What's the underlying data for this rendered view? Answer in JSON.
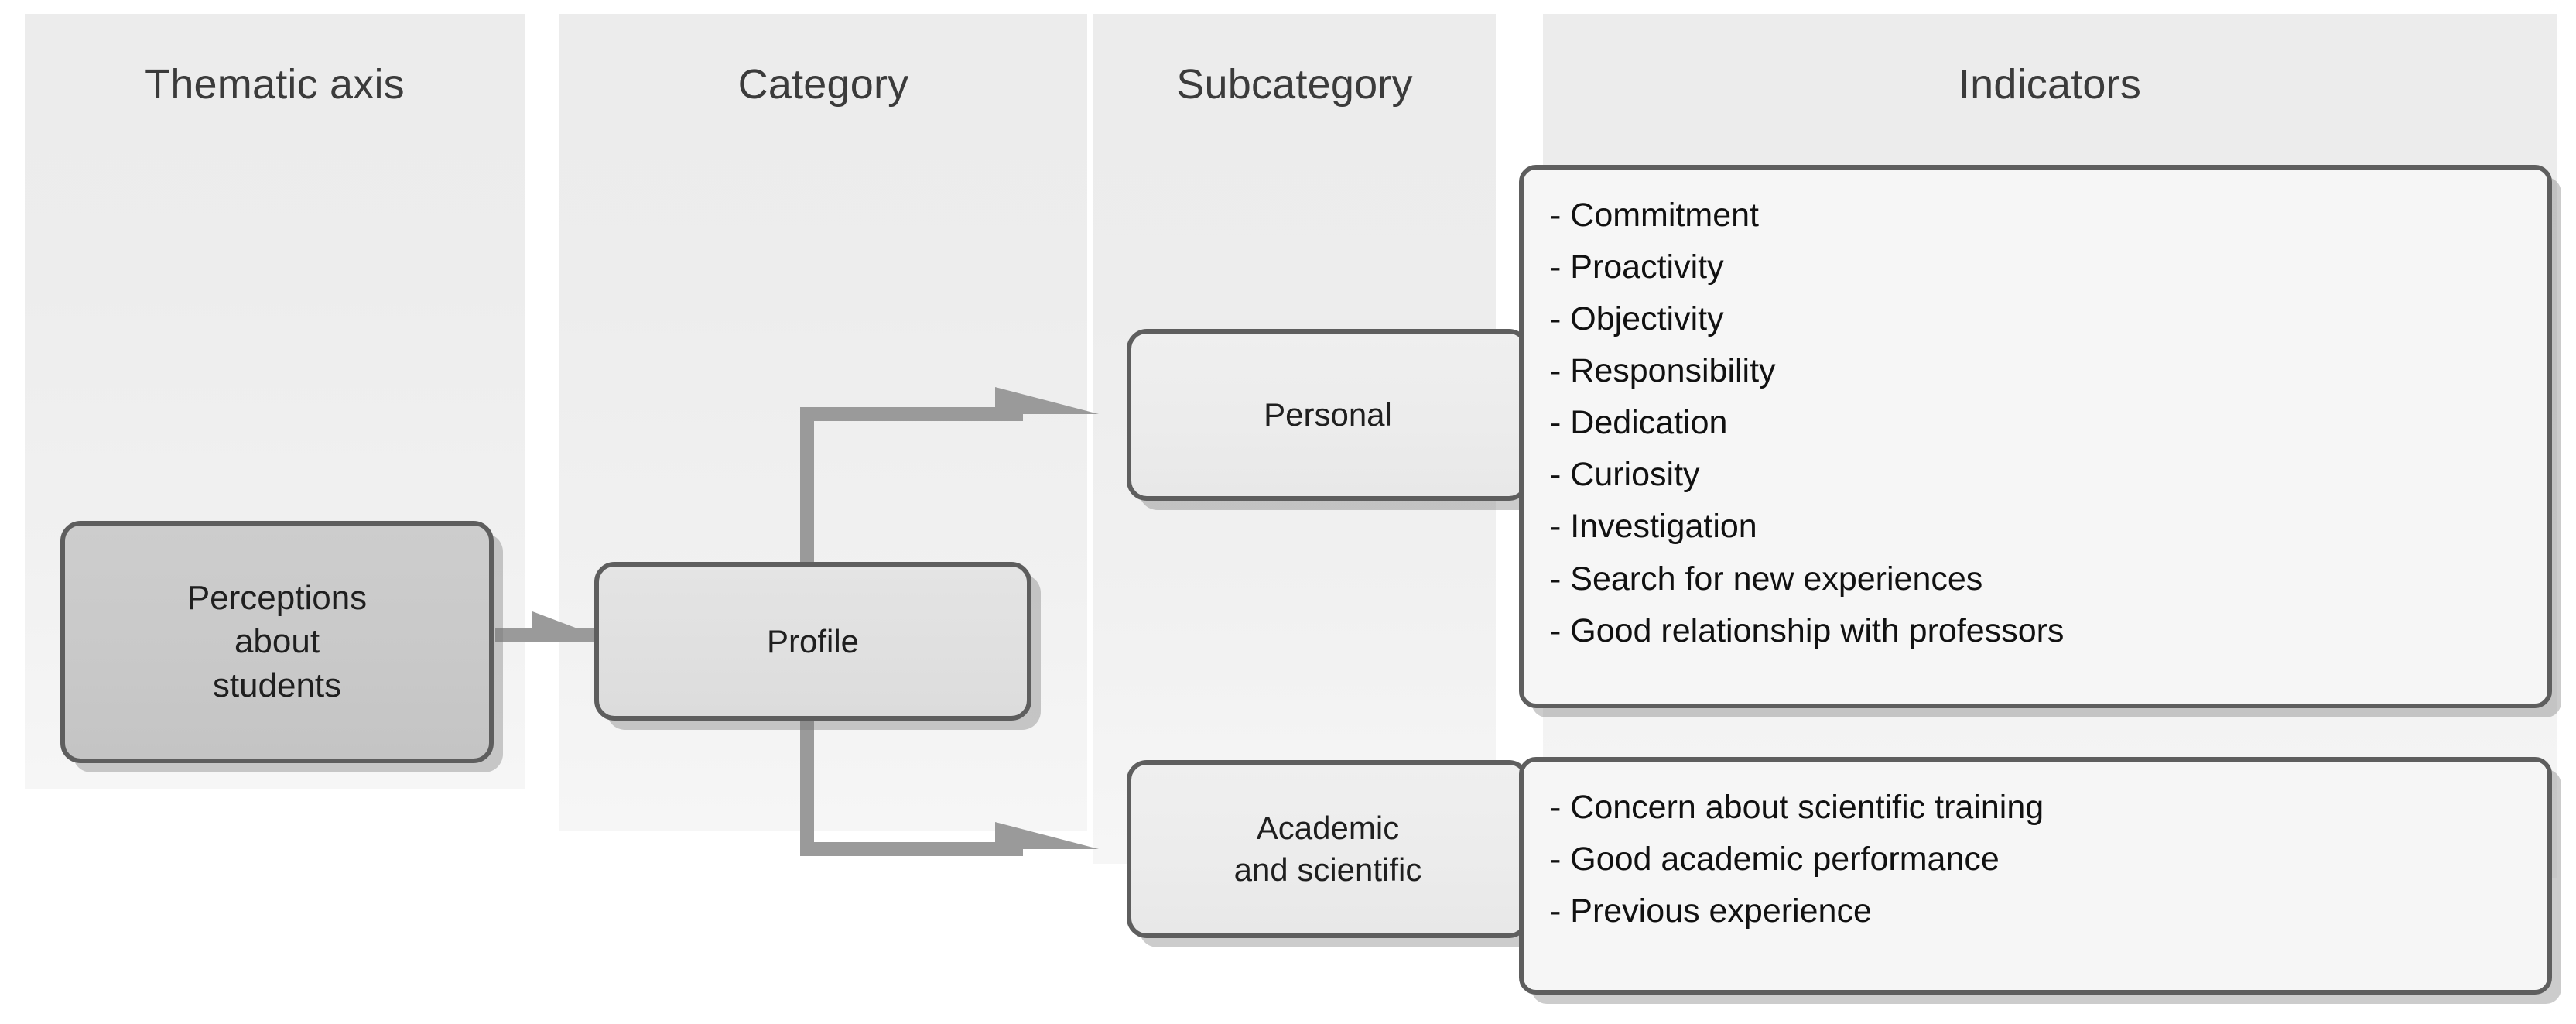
{
  "diagram": {
    "title_columns": [
      {
        "id": "thematic-axis",
        "label": "Thematic axis"
      },
      {
        "id": "category",
        "label": "Category"
      },
      {
        "id": "subcategory",
        "label": "Subcategory"
      },
      {
        "id": "indicators",
        "label": "Indicators"
      }
    ],
    "nodes": {
      "root": {
        "label": "Perceptions\nabout\nstudents"
      },
      "profile": {
        "label": "Profile"
      },
      "personal": {
        "label": "Personal"
      },
      "academic": {
        "label": "Academic\nand scientific"
      }
    },
    "indicator_groups": [
      {
        "for": "personal",
        "items": [
          "- Commitment",
          "- Proactivity",
          "- Objectivity",
          "- Responsibility",
          "- Dedication",
          "- Curiosity",
          "- Investigation",
          "- Search for new experiences",
          "- Good relationship with professors"
        ]
      },
      {
        "for": "academic",
        "items": [
          "- Concern about scientific training",
          "- Good academic performance",
          "- Previous experience"
        ]
      }
    ],
    "colors": {
      "band_fill": "#ececec",
      "root_fill": "#c9c9c9",
      "category_fill": "#e0e0e0",
      "subcategory_fill": "#ececec",
      "panel_fill": "#f6f6f6",
      "border": "#5e5e5e",
      "connector": "#9a9a9a",
      "text": "#1f1f1f",
      "title_text": "#3b3b3b"
    }
  }
}
